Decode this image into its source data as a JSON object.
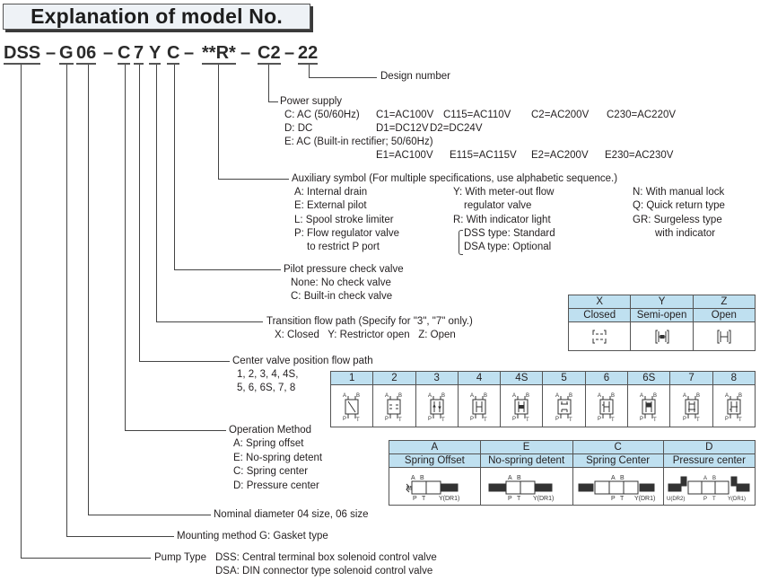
{
  "title": "Explanation of model No.",
  "model_code": {
    "segments": [
      "DSS",
      "G",
      "06",
      "C",
      "7",
      "Y",
      "C",
      "**R*",
      "C2",
      "22"
    ],
    "separators": [
      "–",
      "–",
      "–",
      "–",
      "–"
    ]
  },
  "design_number": {
    "label": "Design number"
  },
  "power_supply": {
    "label": "Power supply",
    "rows": [
      {
        "type": "C: AC (50/60Hz)",
        "values": [
          "C1=AC100V",
          "C115=AC110V",
          "C2=AC200V",
          "C230=AC220V"
        ]
      },
      {
        "type": "D: DC",
        "values": [
          "D1=DC12V",
          "D2=DC24V"
        ]
      },
      {
        "type": "E: AC (Built-in rectifier; 50/60Hz)",
        "values": [
          "E1=AC100V",
          "E115=AC115V",
          "E2=AC200V",
          "E230=AC230V"
        ]
      }
    ]
  },
  "auxiliary_symbol": {
    "label": "Auxiliary symbol (For multiple specifications, use alphabetic sequence.)",
    "col1": [
      "A: Internal drain",
      "E: External pilot",
      "L: Spool stroke limiter",
      "P: Flow regulator valve",
      "to restrict P port"
    ],
    "col2": [
      "Y: With meter-out flow",
      "regulator valve",
      "R: With indicator light",
      "DSS type: Standard",
      "DSA type: Optional"
    ],
    "col3": [
      "N: With manual lock",
      "Q: Quick return type",
      "GR: Surgeless type",
      "with indicator"
    ]
  },
  "pilot_check_valve": {
    "label": "Pilot pressure check valve",
    "items": [
      "None: No check valve",
      "C: Built-in check valve"
    ]
  },
  "transition_flow_path": {
    "label": "Transition flow path (Specify for \"3\", \"7\" only.)",
    "items": "X: Closed   Y: Restrictor open   Z: Open",
    "table": {
      "codes": [
        "X",
        "Y",
        "Z"
      ],
      "names": [
        "Closed",
        "Semi-open",
        "Open"
      ],
      "symbols": [
        "closed-symbol",
        "semi-open-symbol",
        "open-symbol"
      ]
    }
  },
  "center_valve": {
    "label": "Center valve position flow path",
    "items": [
      "1, 2, 3, 4, 4S,",
      "5, 6, 6S, 7, 8"
    ],
    "table": {
      "codes": [
        "1",
        "2",
        "3",
        "4",
        "4S",
        "5",
        "6",
        "6S",
        "7",
        "8"
      ],
      "port_labels": {
        "a": "A",
        "b": "B",
        "p": "P",
        "t": "T"
      }
    }
  },
  "operation_method": {
    "label": "Operation Method",
    "items": [
      "A: Spring offset",
      "E: No-spring detent",
      "C: Spring center",
      "D: Pressure center"
    ],
    "table": {
      "codes": [
        "A",
        "E",
        "C",
        "D"
      ],
      "names": [
        "Spring Offset",
        "No-spring detent",
        "Spring Center",
        "Pressure center"
      ],
      "drain_labels": [
        "Y(DR1)",
        "Y(DR1)",
        "Y(DR1)",
        "Y(DR1)"
      ],
      "extra_label": "U(DR2)"
    }
  },
  "nominal_diameter": {
    "label": "Nominal diameter 04 size, 06 size"
  },
  "mounting_method": {
    "label": "Mounting method G: Gasket type"
  },
  "pump_type": {
    "label": "Pump Type",
    "items": [
      "DSS: Central terminal box solenoid control valve",
      "DSA: DIN connector type solenoid control valve"
    ]
  },
  "colors": {
    "table_header": "#bfe0f0",
    "line": "#444444",
    "text": "#231f20"
  }
}
